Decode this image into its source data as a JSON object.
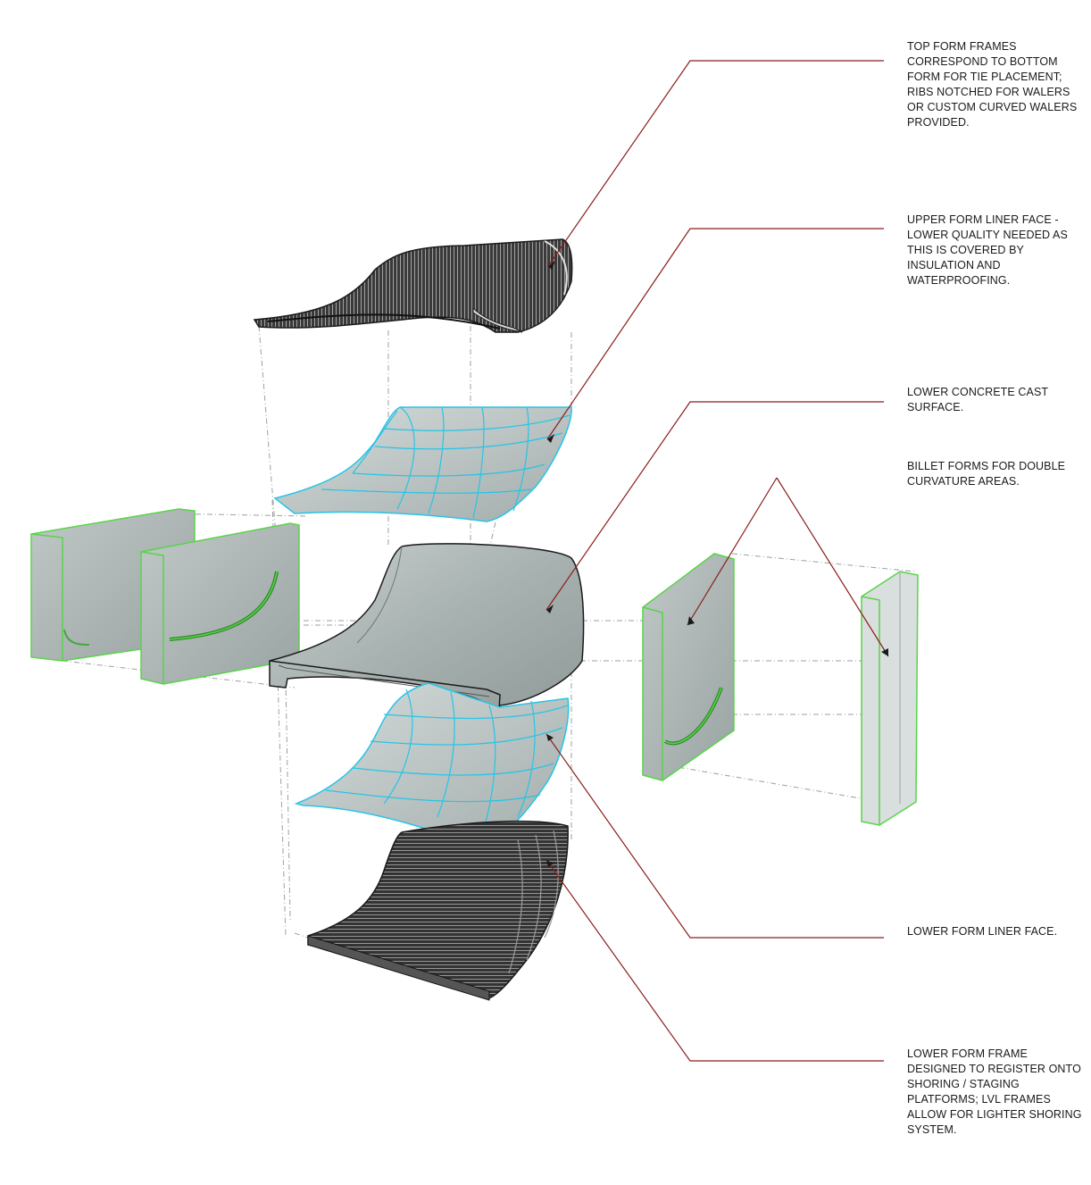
{
  "colors": {
    "leader": "#8a1d1d",
    "dark_frame": "#2c2c2c",
    "liner_grid": "#27c4e6",
    "concrete": "#a6b0ae",
    "billet_edge": "#58d449",
    "guide": "#9aa0a0"
  },
  "annotations": [
    {
      "id": "top-form-frames",
      "text": "TOP FORM FRAMES CORRESPOND TO BOTTOM FORM FOR TIE PLACEMENT; RIBS NOTCHED FOR WALERS OR CUSTOM CURVED WALERS PROVIDED."
    },
    {
      "id": "upper-form-liner",
      "text": "UPPER FORM LINER FACE - LOWER QUALITY NEEDED AS THIS IS COVERED BY INSULATION AND WATERPROOFING."
    },
    {
      "id": "lower-concrete-cast",
      "text": "LOWER CONCRETE CAST SURFACE."
    },
    {
      "id": "billet-forms",
      "text": "BILLET FORMS FOR DOUBLE CURVATURE AREAS."
    },
    {
      "id": "lower-form-liner",
      "text": "LOWER FORM LINER FACE."
    },
    {
      "id": "lower-form-frame",
      "text": "LOWER FORM FRAME DESIGNED TO REGISTER ONTO SHORING / STAGING PLATFORMS; LVL FRAMES ALLOW FOR LIGHTER SHORING SYSTEM."
    }
  ]
}
